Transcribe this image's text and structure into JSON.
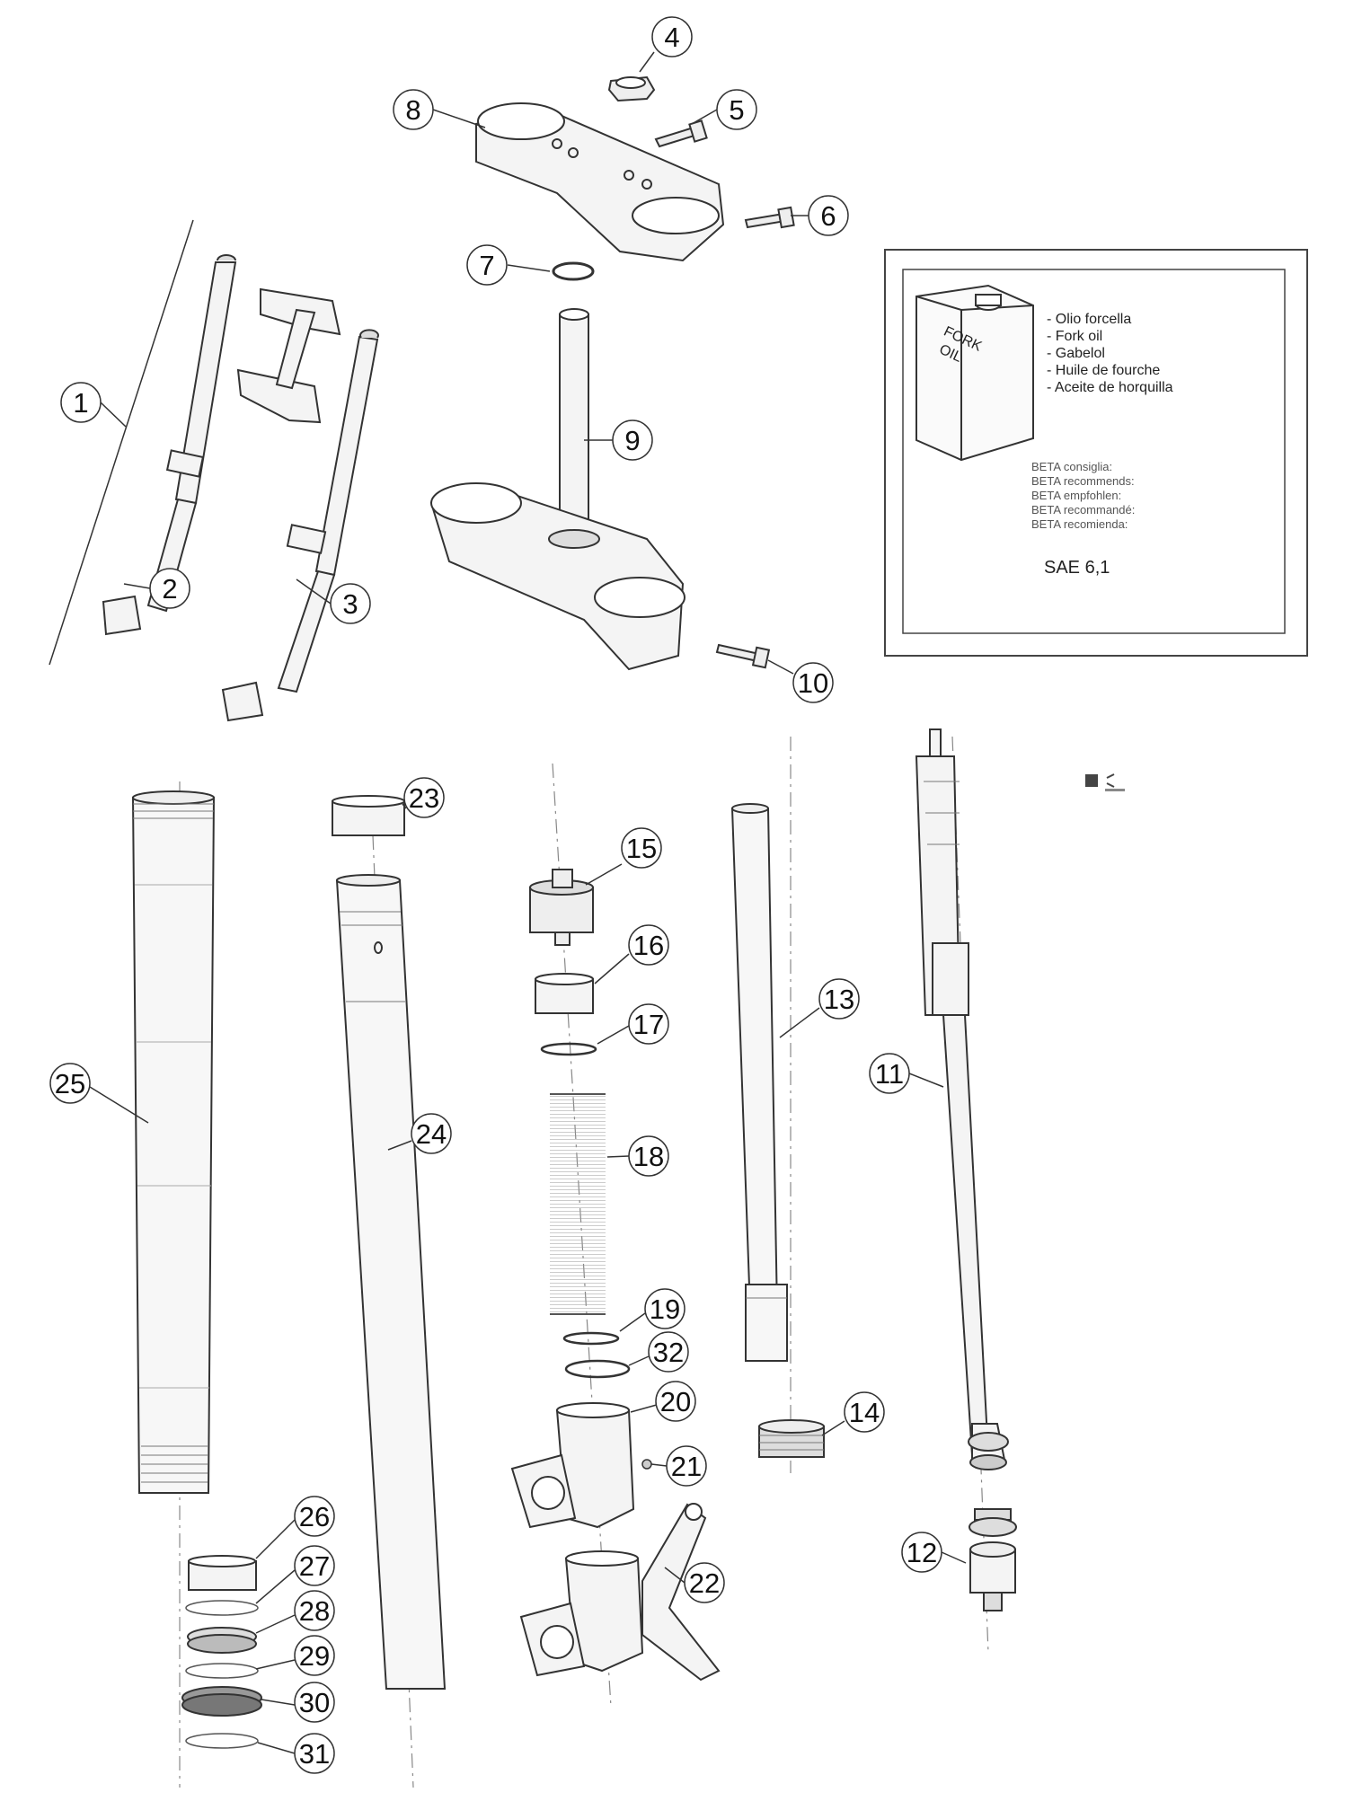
{
  "callouts": [
    {
      "num": "1"
    },
    {
      "num": "2"
    },
    {
      "num": "3"
    },
    {
      "num": "4"
    },
    {
      "num": "5"
    },
    {
      "num": "6"
    },
    {
      "num": "7"
    },
    {
      "num": "8"
    },
    {
      "num": "9"
    },
    {
      "num": "10"
    },
    {
      "num": "11"
    },
    {
      "num": "12"
    },
    {
      "num": "13"
    },
    {
      "num": "14"
    },
    {
      "num": "15"
    },
    {
      "num": "16"
    },
    {
      "num": "17"
    },
    {
      "num": "18"
    },
    {
      "num": "19"
    },
    {
      "num": "20"
    },
    {
      "num": "21"
    },
    {
      "num": "22"
    },
    {
      "num": "23"
    },
    {
      "num": "24"
    },
    {
      "num": "25"
    },
    {
      "num": "26"
    },
    {
      "num": "27"
    },
    {
      "num": "28"
    },
    {
      "num": "29"
    },
    {
      "num": "30"
    },
    {
      "num": "31"
    },
    {
      "num": "32"
    }
  ],
  "oil_box": {
    "can_label_line1": "FORK",
    "can_label_line2": "OIL",
    "oil_names": [
      "- Olio forcella",
      "- Fork oil",
      "- Gabelol",
      "- Huile de fourche",
      "- Aceite de horquilla"
    ],
    "recommends": [
      "BETA consiglia:",
      "BETA recommends:",
      "BETA empfohlen:",
      "BETA recommandé:",
      "BETA recomienda:"
    ],
    "oil_grade": "SAE 6,1"
  },
  "colors": {
    "line": "#333333",
    "light_line": "#777777",
    "part_fill": "#f4f4f4",
    "box_border": "#444444"
  }
}
